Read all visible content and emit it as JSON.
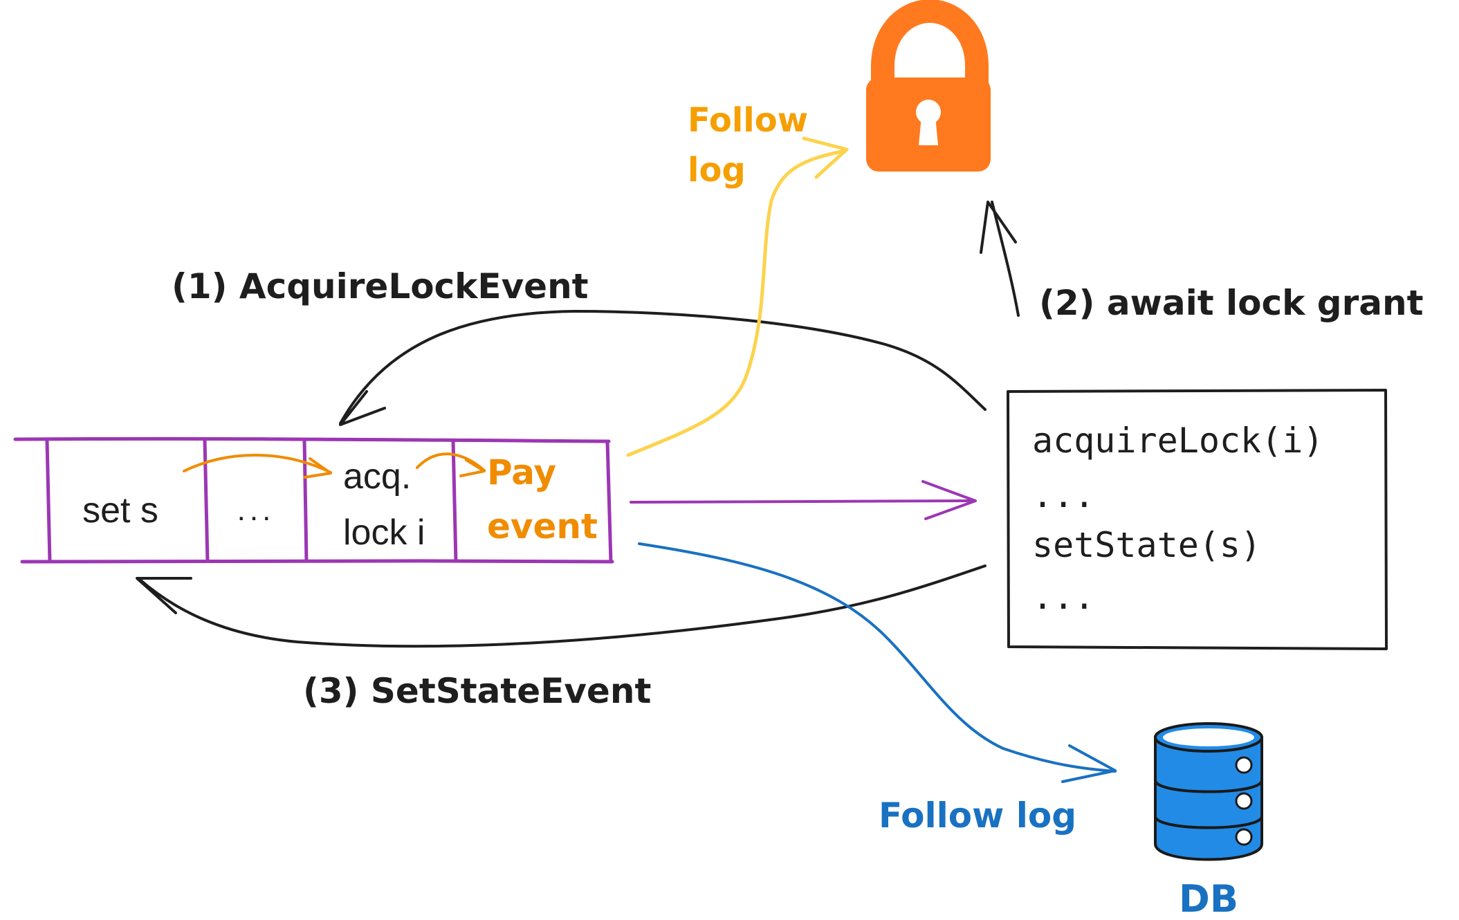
{
  "log_cells": [
    {
      "lines": [
        "set s"
      ],
      "color": "#1e1e1e"
    },
    {
      "lines": [
        "..."
      ],
      "color": "#1e1e1e"
    },
    {
      "lines": [
        "acq.",
        "lock i"
      ],
      "color": "#1e1e1e"
    },
    {
      "lines": [
        "Pay",
        "event"
      ],
      "color": "#f08c00"
    }
  ],
  "labels": {
    "acquire_event": "(1) AcquireLockEvent",
    "await_grant": "(2) await lock grant",
    "set_state_event": "(3) SetStateEvent",
    "follow_log_lock": [
      "Follow",
      "log"
    ],
    "follow_log_db": "Follow log",
    "db": "DB"
  },
  "code_box": {
    "lines": [
      "acquireLock(i)",
      "...",
      "setState(s)",
      "..."
    ]
  },
  "icons": {
    "lock": "lock-icon",
    "database": "database-icon"
  },
  "colors": {
    "log_outline": "#9c36b5",
    "event_arrow": "#f08c00",
    "lock_follow": "#fcd34d",
    "lock_label": "#f59f00",
    "lock_body": "#ff7a1f",
    "db_blue": "#1971c2",
    "db_fill": "#228be6",
    "ink": "#1e1e1e"
  }
}
